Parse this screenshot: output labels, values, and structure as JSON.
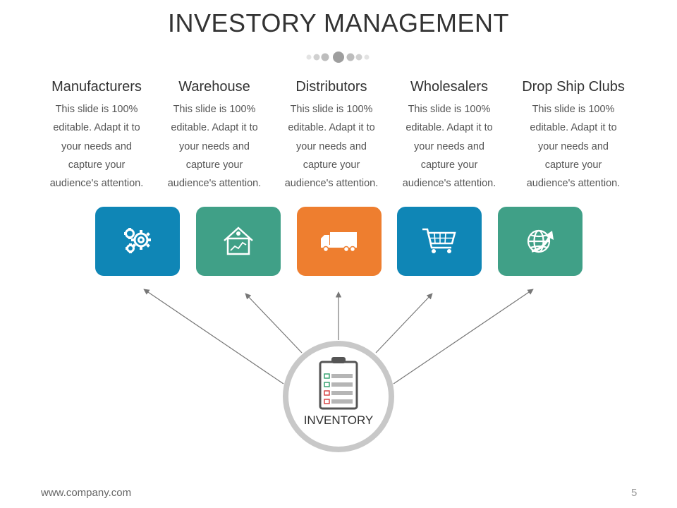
{
  "slide": {
    "title": "INVESTORY MANAGEMENT",
    "footer_url": "www.company.com",
    "page_number": "5"
  },
  "hub": {
    "label": "INVENTORY",
    "icon": "clipboard-checklist-icon"
  },
  "categories": [
    {
      "title": "Manufacturers",
      "lines": [
        "This slide is 100%",
        "editable. Adapt it to",
        "your needs and",
        "capture your",
        "audience's attention."
      ],
      "icon": "gears-icon",
      "color": "#0F86B6"
    },
    {
      "title": "Warehouse",
      "lines": [
        "This slide is 100%",
        "editable. Adapt it to",
        "your needs and",
        "capture your",
        "audience's attention."
      ],
      "icon": "warehouse-growth-icon",
      "color": "#40A087"
    },
    {
      "title": "Distributors",
      "lines": [
        "This slide is 100%",
        "editable. Adapt it to",
        "your needs and",
        "capture your",
        "audience's attention."
      ],
      "icon": "truck-icon",
      "color": "#EE7E2F"
    },
    {
      "title": "Wholesalers",
      "lines": [
        "This slide is 100%",
        "editable. Adapt it to",
        "your needs and",
        "capture your",
        "audience's attention."
      ],
      "icon": "shopping-cart-icon",
      "color": "#0F86B6"
    },
    {
      "title": "Drop Ship Clubs",
      "lines": [
        "This slide is 100%",
        "editable. Adapt it to",
        "your needs and",
        "capture your",
        "audience's attention."
      ],
      "icon": "globe-arrow-icon",
      "color": "#40A087"
    }
  ]
}
